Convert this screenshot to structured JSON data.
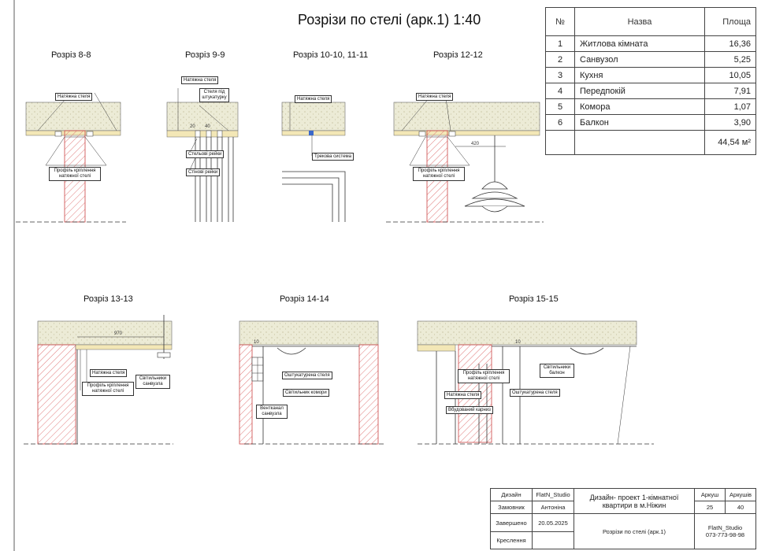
{
  "title": "Розрізи по стелі (арк.1) 1:40",
  "rooms_table": {
    "headers": {
      "num": "№",
      "name": "Назва",
      "area": "Площа"
    },
    "rows": [
      {
        "num": "1",
        "name": "Житлова кімната",
        "area": "16,36"
      },
      {
        "num": "2",
        "name": "Санвузол",
        "area": "5,25"
      },
      {
        "num": "3",
        "name": "Кухня",
        "area": "10,05"
      },
      {
        "num": "4",
        "name": "Передпокій",
        "area": "7,91"
      },
      {
        "num": "5",
        "name": "Комора",
        "area": "1,07"
      },
      {
        "num": "6",
        "name": "Балкон",
        "area": "3,90"
      }
    ],
    "total": "44,54 м²"
  },
  "sections": {
    "s8": {
      "title": "Розріз 8-8",
      "labels": {
        "ceiling": "Натяжна стеля",
        "profile": "Профіль кріплення натяжної стелі"
      }
    },
    "s9": {
      "title": "Розріз 9-9",
      "labels": {
        "ceiling": "Натяжна стеля",
        "plaster": "Стеля під штукатурку",
        "rails_ceiling": "Стельові рейки",
        "rails_wall": "Стінові рейки"
      },
      "dims": {
        "d1": "20",
        "d2": "40"
      }
    },
    "s10": {
      "title": "Розріз 10-10, 11-11",
      "labels": {
        "ceiling": "Натяжна стеля",
        "track": "Трекова система"
      }
    },
    "s12": {
      "title": "Розріз 12-12",
      "labels": {
        "ceiling": "Натяжна стеля",
        "profile": "Профіль кріплення натяжної стелі"
      },
      "dims": {
        "d1": "420"
      }
    },
    "s13": {
      "title": "Розріз 13-13",
      "labels": {
        "ceiling": "Натяжна стеля",
        "profile": "Профіль кріплення натяжної стелі",
        "lamps": "Світильники санвузла"
      },
      "dims": {
        "d1": "970"
      }
    },
    "s14": {
      "title": "Розріз 14-14",
      "labels": {
        "plastered": "Оштукатурена стеля",
        "lamp": "Світильник комори",
        "vent": "Вентканал санвузла"
      },
      "dims": {
        "d1": "10"
      }
    },
    "s15": {
      "title": "Розріз 15-15",
      "labels": {
        "profile": "Профіль кріплення натяжної стелі",
        "ceiling": "Натяжна стеля",
        "cornice": "Вбудований карниз",
        "plastered": "Оштукатурена стеля",
        "lamps": "Світильники балкон"
      },
      "dims": {
        "d1": "10"
      }
    }
  },
  "title_block": {
    "design_label": "Дизайн",
    "design_value": "FlatN_Studio",
    "customer_label": "Замовник",
    "customer_value": "Антоніна",
    "completed_label": "Завершено",
    "completed_value": "20.05.2025",
    "drawing_label": "Креслення",
    "project": "Дизайн- проект 1-кімнатної квартири в м.Ніжин",
    "sheet_title": "Розрізи по стелі (арк.1)",
    "sheet_label": "Аркуш",
    "sheets_label": "Аркушів",
    "sheet_value": "25",
    "sheets_value": "40",
    "studio": "FlatN_Studio",
    "phone": "073-773-98-98"
  }
}
